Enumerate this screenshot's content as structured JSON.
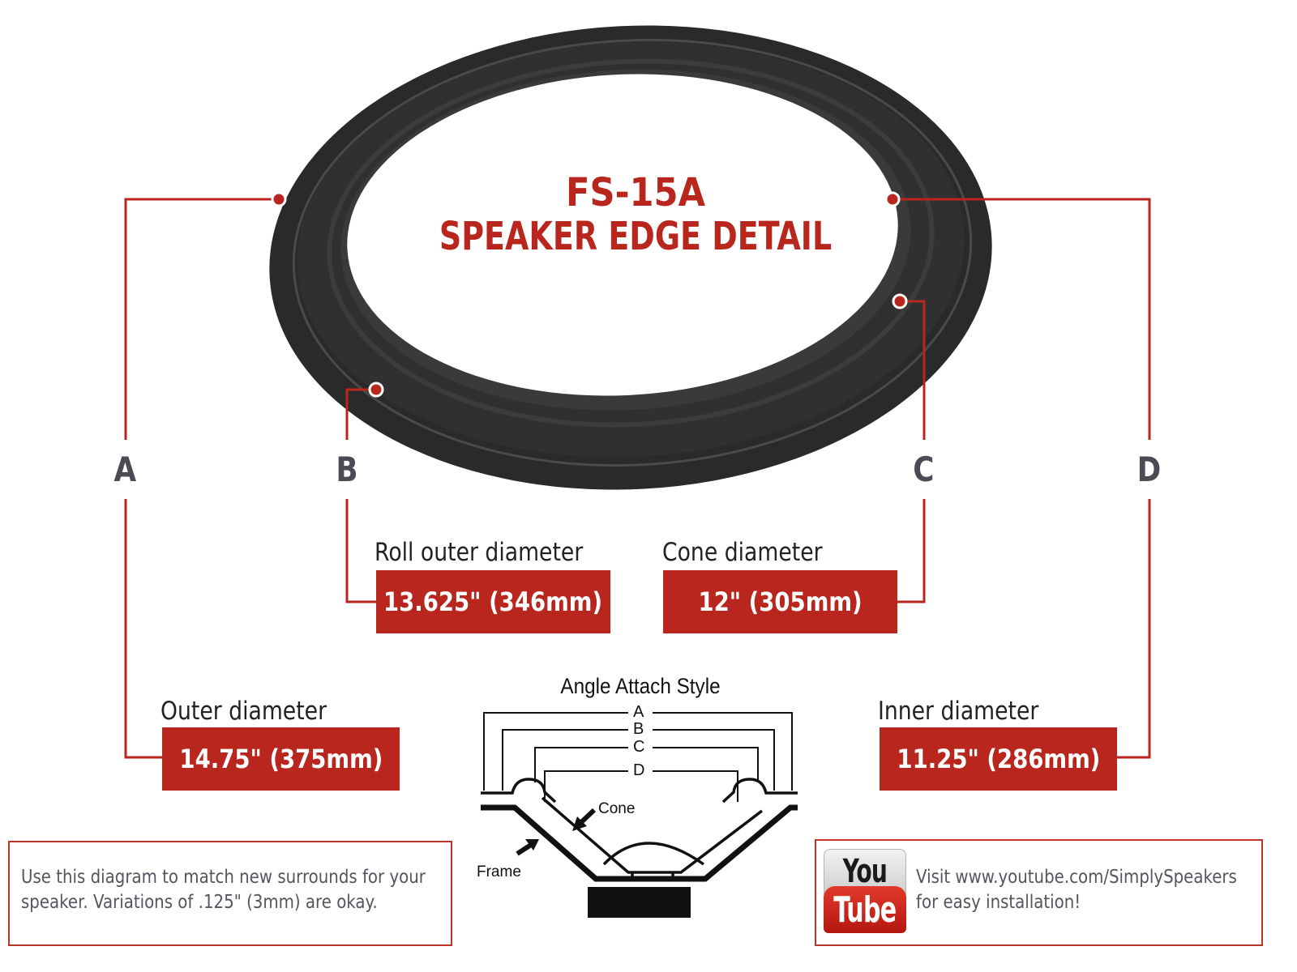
{
  "title": {
    "model": "FS-15A",
    "subtitle": "SPEAKER EDGE DETAIL"
  },
  "colors": {
    "accent_red": "#b8261d",
    "ring_black": "#2b2b2b",
    "label_gray": "#4a4b53",
    "text_dark": "#222222"
  },
  "markers": {
    "A": "A",
    "B": "B",
    "C": "C",
    "D": "D"
  },
  "measurements": {
    "roll_outer": {
      "letter": "B",
      "label": "Roll outer diameter",
      "value": "13.625\" (346mm)"
    },
    "cone": {
      "letter": "C",
      "label": "Cone diameter",
      "value": "12\" (305mm)"
    },
    "outer": {
      "letter": "A",
      "label": "Outer diameter",
      "value": "14.75\" (375mm)"
    },
    "inner": {
      "letter": "D",
      "label": "Inner diameter",
      "value": "11.25\" (286mm)"
    }
  },
  "attach_diagram": {
    "title": "Angle Attach Style",
    "letters": [
      "A",
      "B",
      "C",
      "D"
    ],
    "cone_label": "Cone",
    "frame_label": "Frame"
  },
  "notes": {
    "left_line1": "Use this diagram to match new surrounds for your",
    "left_line2": "speaker. Variations of .125\" (3mm) are okay.",
    "right_line1": "Visit www.youtube.com/SimplySpeakers",
    "right_line2": "for easy installation!"
  },
  "youtube_logo": {
    "top": "You",
    "bottom": "Tube"
  }
}
